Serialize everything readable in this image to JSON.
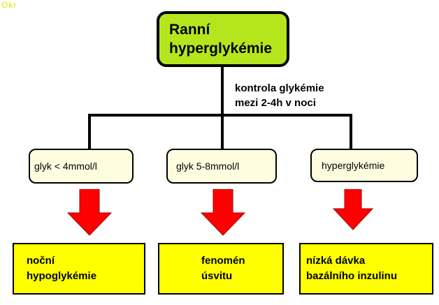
{
  "corner_label": "Okr",
  "root": {
    "line1": "Ranní",
    "line2": "hyperglykémie"
  },
  "connector_label": {
    "line1": "kontrola glykémie",
    "line2": "mezi 2-4h v noci"
  },
  "branches": [
    {
      "condition": "glyk < 4mmol/l",
      "result_line1": "noční",
      "result_line2": "hypoglykémie"
    },
    {
      "condition": "glyk 5-8mmol/l",
      "result_line1": "fenomén",
      "result_line2": "úsvitu"
    },
    {
      "condition": "hyperglykémie",
      "result_line1": "nízká dávka",
      "result_line2": "bazálního inzulinu"
    }
  ],
  "colors": {
    "root_fill": "#b5e61d",
    "condition_fill": "#fffde0",
    "result_fill": "#ffff00",
    "arrow_fill": "#ff0000"
  }
}
